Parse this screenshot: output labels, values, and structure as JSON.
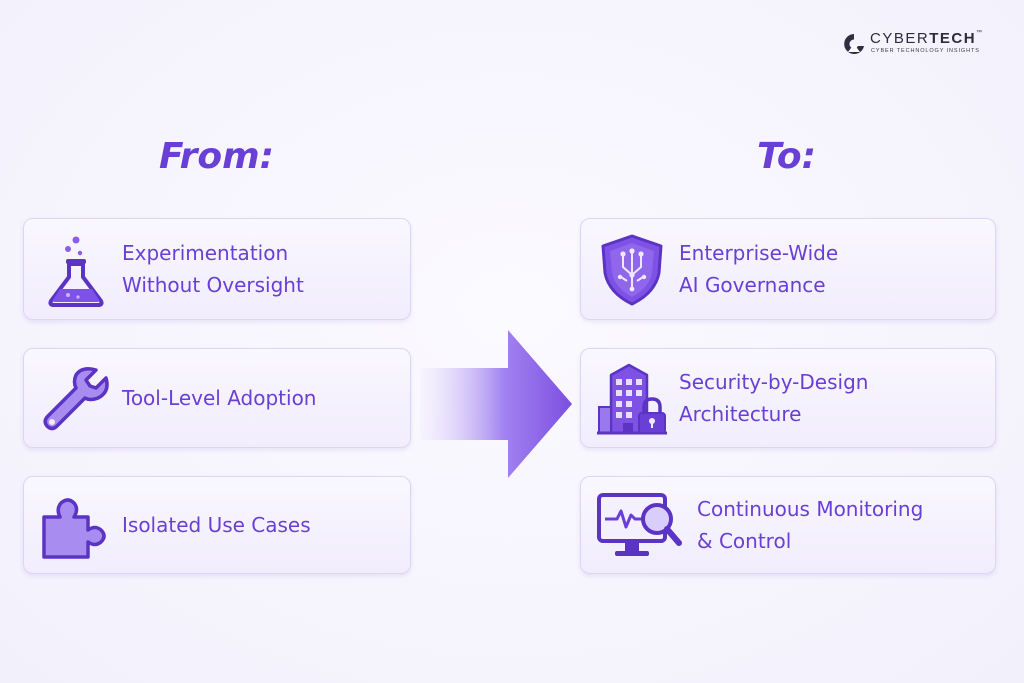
{
  "brand": {
    "name_light": "CYBER",
    "name_bold": "TECH",
    "trademark": "™",
    "tagline": "CYBER TECHNOLOGY INSIGHTS"
  },
  "from": {
    "heading": "From:",
    "items": [
      {
        "icon": "flask-icon",
        "line1": "Experimentation",
        "line2": "Without Oversight"
      },
      {
        "icon": "wrench-icon",
        "line1": "Tool-Level Adoption"
      },
      {
        "icon": "puzzle-piece-icon",
        "line1": "Isolated Use Cases"
      }
    ]
  },
  "to": {
    "heading": "To:",
    "items": [
      {
        "icon": "shield-circuit-icon",
        "line1": "Enterprise-Wide",
        "line2": "AI Governance"
      },
      {
        "icon": "building-lock-icon",
        "line1": "Security-by-Design",
        "line2": "Architecture"
      },
      {
        "icon": "monitor-magnifier-icon",
        "line1": "Continuous Monitoring",
        "line2": "& Control"
      }
    ]
  },
  "colors": {
    "accent": "#6a3fd6",
    "card_border": "#ddd5f6",
    "arrow": "#7c4fe0"
  }
}
